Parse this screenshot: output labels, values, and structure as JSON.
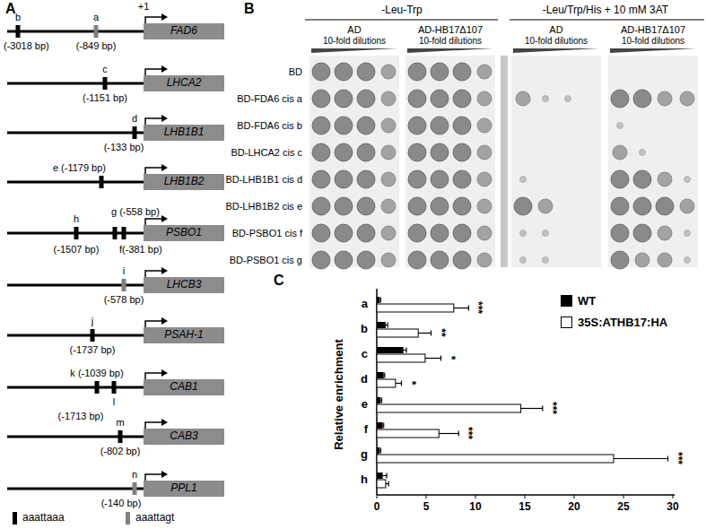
{
  "diagram": {
    "nodes": [
      {
        "text": [
          "FAD6"
        ]
      },
      {
        "text": [
          "LHCA2"
        ]
      },
      {
        "text": [
          "LHB1B1"
        ]
      },
      {
        "text": [
          "LHB1B2"
        ]
      },
      {
        "text": [
          "PSBO1"
        ]
      },
      {
        "text": [
          "LHCB3"
        ]
      },
      {
        "text": [
          "PSAH-1"
        ]
      },
      {
        "text": [
          "CAB1"
        ]
      },
      {
        "text": [
          "CAB3"
        ]
      },
      {
        "text": [
          "PPL1"
        ]
      }
    ],
    "labels": [
      "A",
      "b",
      "a",
      "+1",
      "(-3018 bp)",
      "(-849 bp)",
      "c",
      "(-1151 bp)",
      "d",
      "(-133 bp)",
      "e (-1179 bp)",
      "h",
      "g (-558 bp)",
      "(-1507 bp)",
      "f(-381 bp)",
      "i",
      "(-578 bp)",
      "j",
      "(-1737 bp)",
      "k (-1039 bp)",
      "l",
      "(-1713 bp)",
      "m",
      "(-802 bp)",
      "n",
      "(-140 bp)",
      "B",
      "-Leu-Trp",
      "-Leu/Trp/His + 10 mM 3AT",
      "AD",
      "10-fold dilutions",
      "AD-HB17Δ107",
      "10-fold dilutions",
      "AD",
      "10-fold dilutions",
      "AD-HB17Δ107",
      "10-fold dilutions",
      "BD",
      "BD-FDA6 cis a",
      "BD-FDA6 cis b",
      "BD-LHCA2 cis c",
      "BD-LHB1B1 cis d",
      "BD-LHB1B2 cis e",
      "BD-PSBO1 cis f",
      "BD-PSBO1 cis g",
      "C",
      "Relative enrichment",
      "a",
      "b",
      "c",
      "d",
      "e",
      "f",
      "g",
      "h",
      "0",
      "5",
      "10",
      "15",
      "20",
      "25",
      "30",
      "***",
      "**",
      "*",
      "*",
      "***",
      "***",
      "***"
    ],
    "legend": [
      {
        "text": "aaattaaa",
        "color": "#000000"
      },
      {
        "text": "aaattagt",
        "color": "#808080"
      },
      {
        "text": "WT",
        "color": "#000000"
      },
      {
        "text": "35S:ATHB17:HA",
        "color": "#ffffff"
      }
    ]
  }
}
